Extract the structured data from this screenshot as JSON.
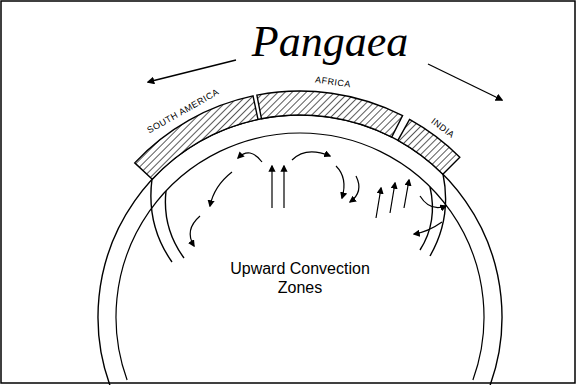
{
  "diagram": {
    "title": "Pangaea",
    "nodes": [
      {
        "text": [
          "SOUTH AMERICA"
        ]
      },
      {
        "text": [
          "AFRICA"
        ]
      },
      {
        "text": [
          "INDIA"
        ]
      }
    ],
    "labels": [
      "Upward Convection Zones"
    ]
  }
}
